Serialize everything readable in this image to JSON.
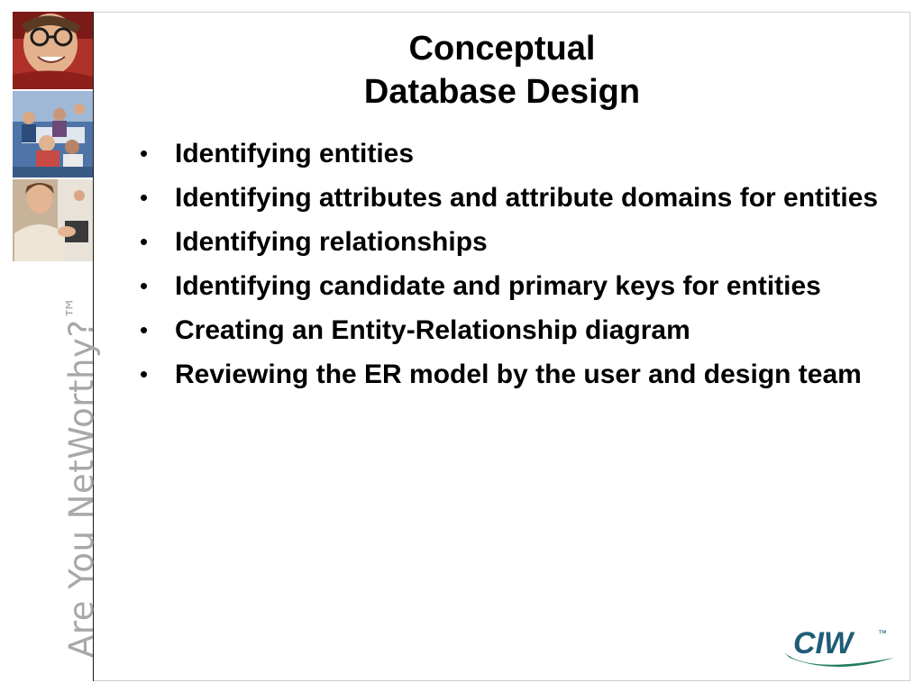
{
  "slide": {
    "title_line1": "Conceptual",
    "title_line2": "Database Design",
    "bullet_glyph": "•",
    "bullets": [
      "Identifying entities",
      "Identifying attributes and attribute domains for entities",
      "Identifying relationships",
      "Identifying candidate and primary keys for entities",
      "Creating an Entity-Relationship diagram",
      "Reviewing the ER model by the user and design team"
    ]
  },
  "sidebar": {
    "tagline": "Are You NetWorthy?",
    "tagline_mark": "™"
  },
  "logo": {
    "text": "CIW",
    "mark": "™",
    "color": "#1f5c77",
    "swoosh_color": "#1e7a5a"
  }
}
